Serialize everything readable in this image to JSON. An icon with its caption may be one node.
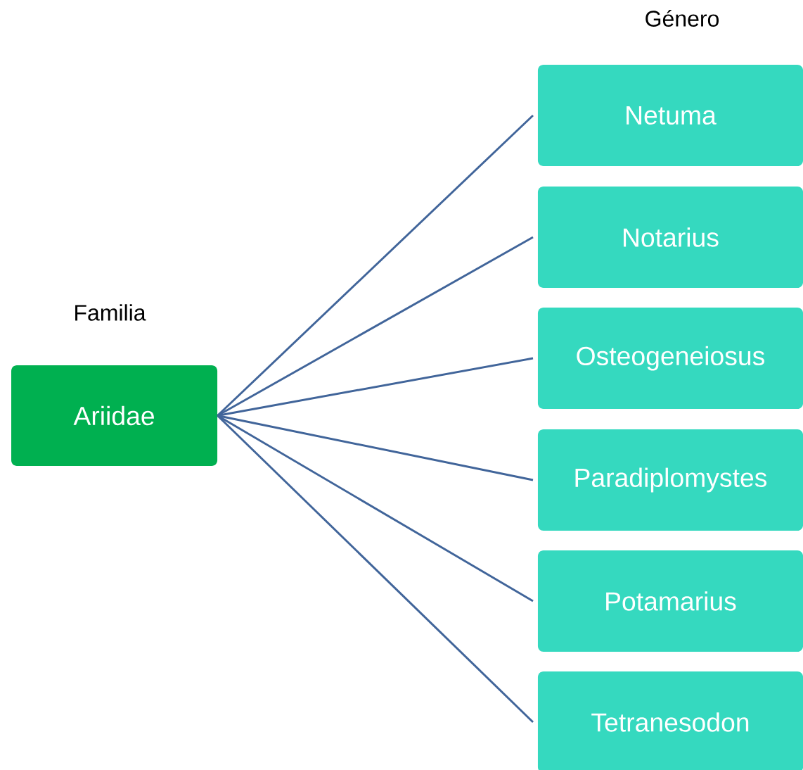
{
  "diagram": {
    "nodes": [
      {
        "text": [
          "Ariidae"
        ]
      },
      {
        "text": [
          "Netuma"
        ]
      },
      {
        "text": [
          "Notarius"
        ]
      },
      {
        "text": [
          "Osteogeneiosus"
        ]
      },
      {
        "text": [
          "Paradiplomystes"
        ]
      },
      {
        "text": [
          "Potamarius"
        ]
      },
      {
        "text": [
          "Tetranesodon"
        ]
      }
    ],
    "edges": [
      {
        "from": 0,
        "to": 1,
        "arrow": "none"
      },
      {
        "from": 0,
        "to": 2,
        "arrow": "none"
      },
      {
        "from": 0,
        "to": 3,
        "arrow": "none"
      },
      {
        "from": 0,
        "to": 4,
        "arrow": "none"
      },
      {
        "from": 0,
        "to": 5,
        "arrow": "none"
      },
      {
        "from": 0,
        "to": 6,
        "arrow": "none"
      }
    ],
    "labels": [
      "Género",
      "Familia"
    ]
  }
}
